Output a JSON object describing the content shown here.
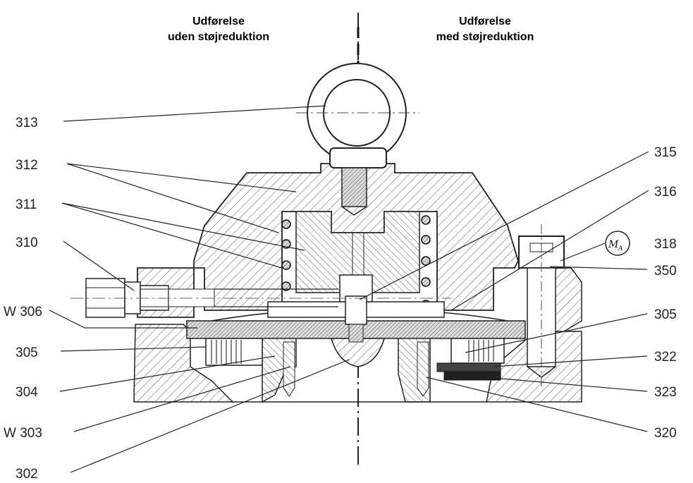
{
  "headings": {
    "left_line1": "Udførelse",
    "left_line2": "uden støjreduktion",
    "right_line1": "Udførelse",
    "right_line2": "med støjreduktion"
  },
  "torque_symbol": {
    "main": "M",
    "sub": "A"
  },
  "left_labels": [
    "313",
    "312",
    "311",
    "310",
    "W 306",
    "305",
    "304",
    "W 303",
    "302"
  ],
  "right_labels": [
    "315",
    "316",
    "318",
    "350",
    "305",
    "322",
    "323",
    "320"
  ],
  "colors": {
    "ink": "#222222",
    "hatch": "#555555",
    "fill": "#ffffff",
    "dark_pad": "#333333"
  }
}
